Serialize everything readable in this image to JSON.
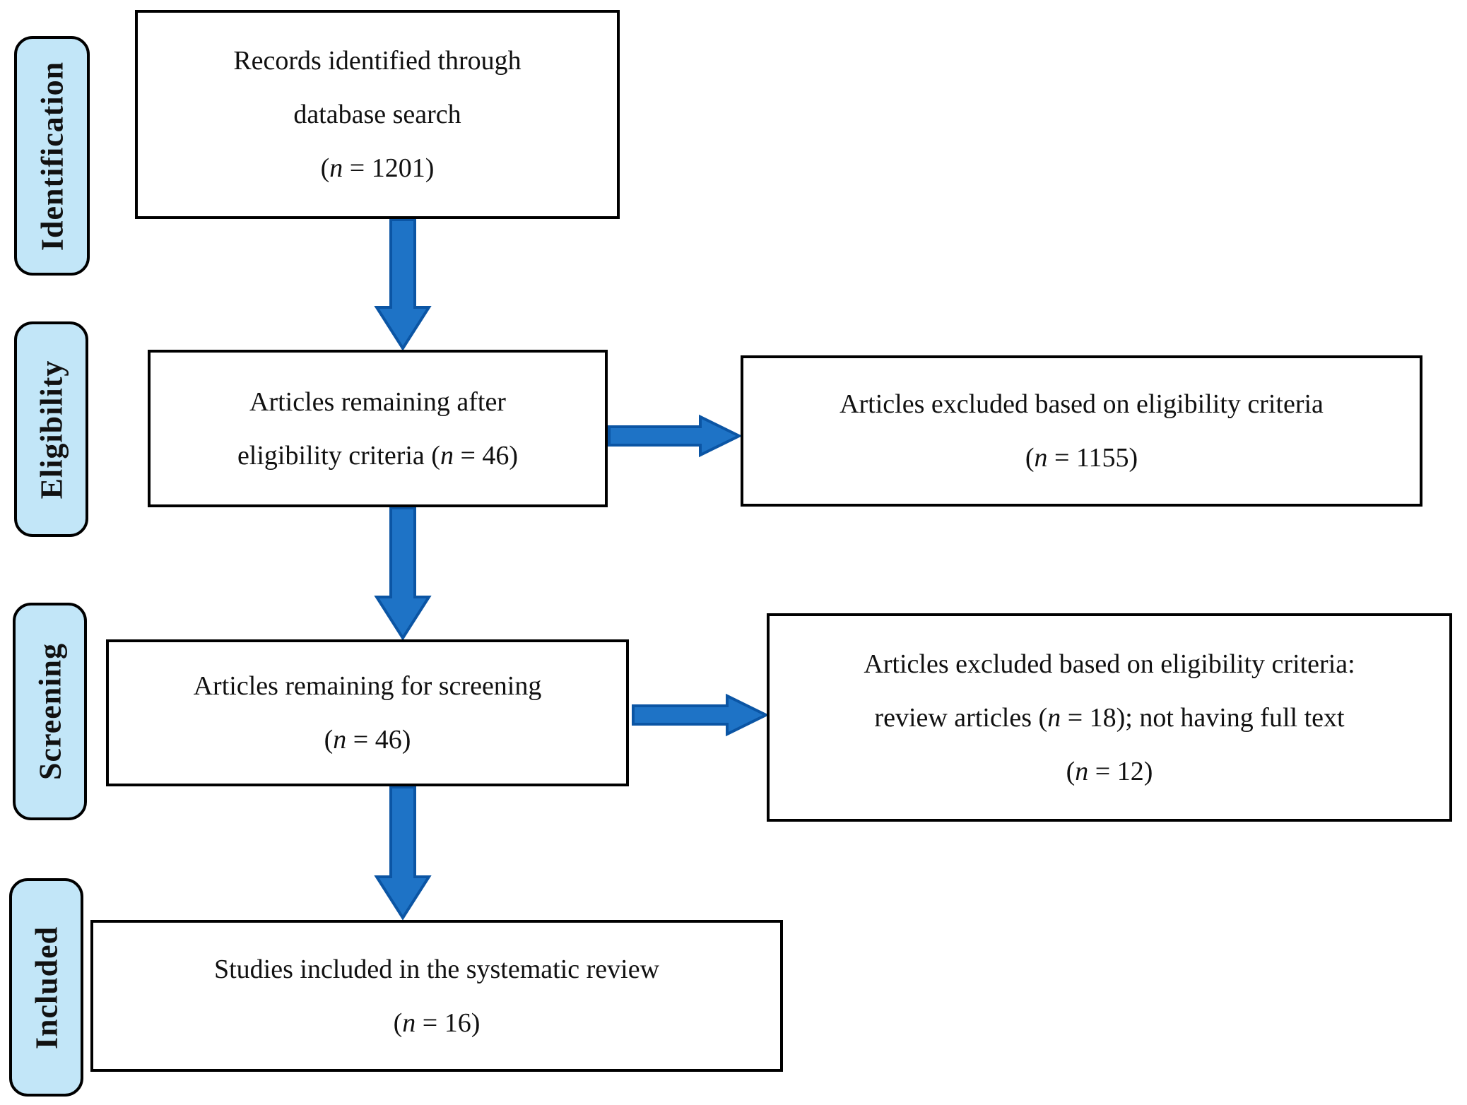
{
  "diagram_type": "PRISMA flow diagram",
  "colors": {
    "label_fill": "#C2E6F8",
    "arrow_fill": "#1E73C6",
    "arrow_stroke": "#0B55A4",
    "box_border": "#000000",
    "text": "#111111"
  },
  "stages": [
    {
      "label": "Identification"
    },
    {
      "label": "Eligibility"
    },
    {
      "label": "Screening"
    },
    {
      "label": "Included"
    }
  ],
  "boxes": {
    "records": {
      "lines": [
        "Records identified through",
        "database search",
        "(n = 1201)"
      ]
    },
    "after_eligibility": {
      "lines": [
        "Articles remaining after",
        "eligibility criteria (n = 46)"
      ]
    },
    "excluded_eligibility": {
      "lines": [
        "Articles excluded based on eligibility criteria",
        "(n = 1155)"
      ]
    },
    "screening": {
      "lines": [
        "Articles remaining for screening",
        "(n = 46)"
      ]
    },
    "excluded_screening": {
      "lines": [
        "Articles excluded based on eligibility criteria:",
        "review articles (n = 18); not having full text",
        "(n = 12)"
      ]
    },
    "included": {
      "lines": [
        "Studies included in the systematic review",
        "(n = 16)"
      ]
    }
  }
}
